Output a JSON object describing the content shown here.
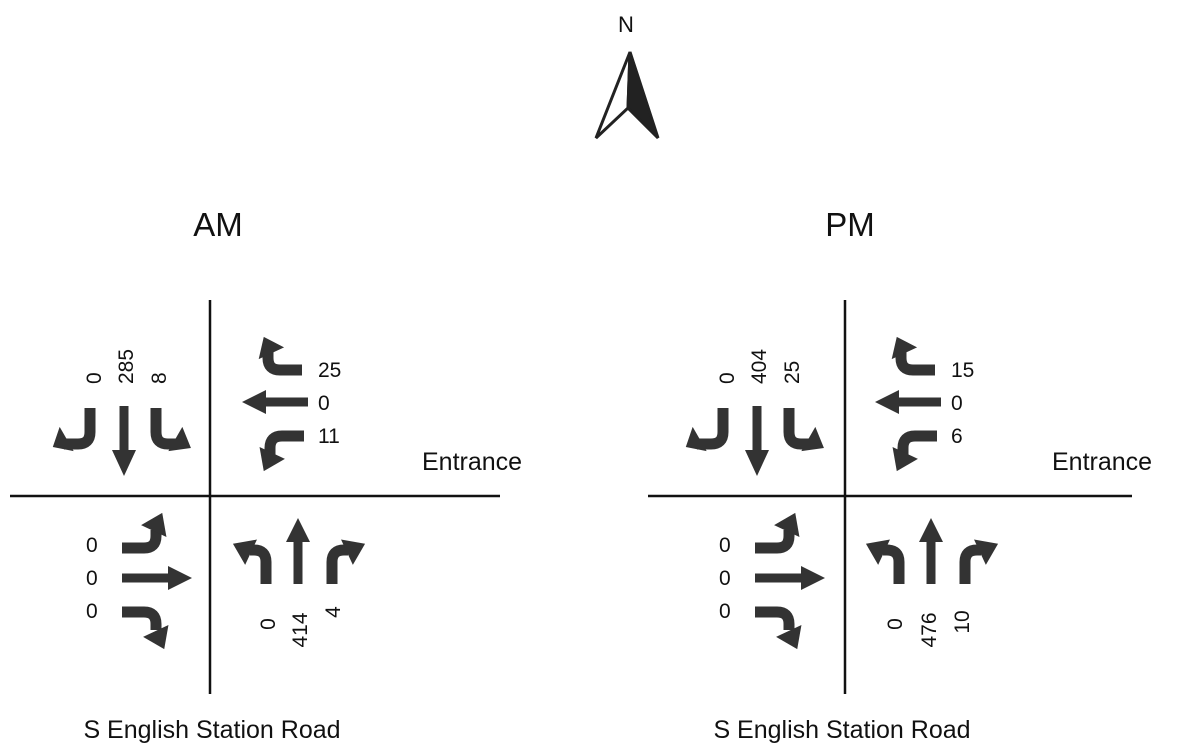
{
  "north_label": "N",
  "road_label": "S English Station Road",
  "cross_label": "Entrance",
  "periods": [
    {
      "title": "AM",
      "southbound": {
        "left": "0",
        "through": "285",
        "right": "8"
      },
      "westbound": {
        "right": "25",
        "through": "0",
        "left": "11"
      },
      "eastbound": {
        "left": "0",
        "through": "0",
        "right": "0"
      },
      "northbound": {
        "left": "0",
        "through": "414",
        "right": "4"
      }
    },
    {
      "title": "PM",
      "southbound": {
        "left": "0",
        "through": "404",
        "right": "25"
      },
      "westbound": {
        "right": "15",
        "through": "0",
        "left": "6"
      },
      "eastbound": {
        "left": "0",
        "through": "0",
        "right": "0"
      },
      "northbound": {
        "left": "0",
        "through": "476",
        "right": "10"
      }
    }
  ]
}
